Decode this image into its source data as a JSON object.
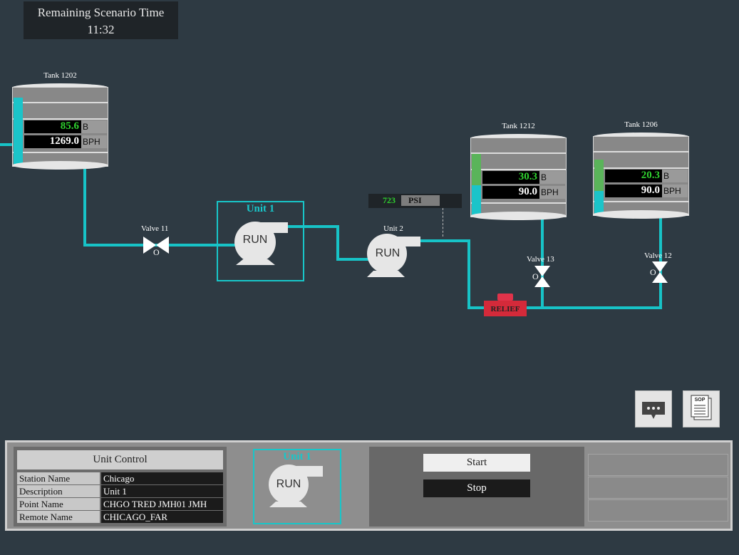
{
  "timer": {
    "title": "Remaining Scenario Time",
    "value": "11:32"
  },
  "tanks": {
    "t1202": {
      "name": "Tank 1202",
      "level": "85.6",
      "level_unit": "B",
      "flow": "1269.0",
      "flow_unit": "BPH"
    },
    "t1212": {
      "name": "Tank 1212",
      "level": "30.3",
      "level_unit": "B",
      "flow": "90.0",
      "flow_unit": "BPH"
    },
    "t1206": {
      "name": "Tank 1206",
      "level": "20.3",
      "level_unit": "B",
      "flow": "90.0",
      "flow_unit": "BPH"
    }
  },
  "valves": {
    "v11": {
      "name": "Valve 11",
      "state": "O"
    },
    "v13": {
      "name": "Valve 13",
      "state": "O"
    },
    "v12": {
      "name": "Valve 12",
      "state": "O"
    }
  },
  "pumps": {
    "unit1": {
      "name": "Unit 1",
      "status": "RUN"
    },
    "unit2": {
      "name": "Unit 2",
      "status": "RUN"
    }
  },
  "pressure": {
    "value": "723",
    "unit": "PSI"
  },
  "relief": {
    "label": "RELIEF"
  },
  "icons": {
    "chat": "chat-bubble-icon",
    "sop": "sop-document-icon",
    "sop_text": "SOP"
  },
  "unit_control": {
    "title": "Unit Control",
    "rows": [
      {
        "key": "Station Name",
        "value": "Chicago"
      },
      {
        "key": "Description",
        "value": "Unit 1"
      },
      {
        "key": "Point Name",
        "value": "CHGO TRED JMH01 JMH"
      },
      {
        "key": "Remote Name",
        "value": "CHICAGO_FAR"
      }
    ],
    "selected_unit": {
      "name": "Unit 1",
      "status": "RUN"
    },
    "start_label": "Start",
    "stop_label": "Stop"
  },
  "colors": {
    "background": "#2e3a43",
    "pipe": "#17c3c7",
    "accent_value": "#2fd22f",
    "relief": "#d42a3a"
  }
}
